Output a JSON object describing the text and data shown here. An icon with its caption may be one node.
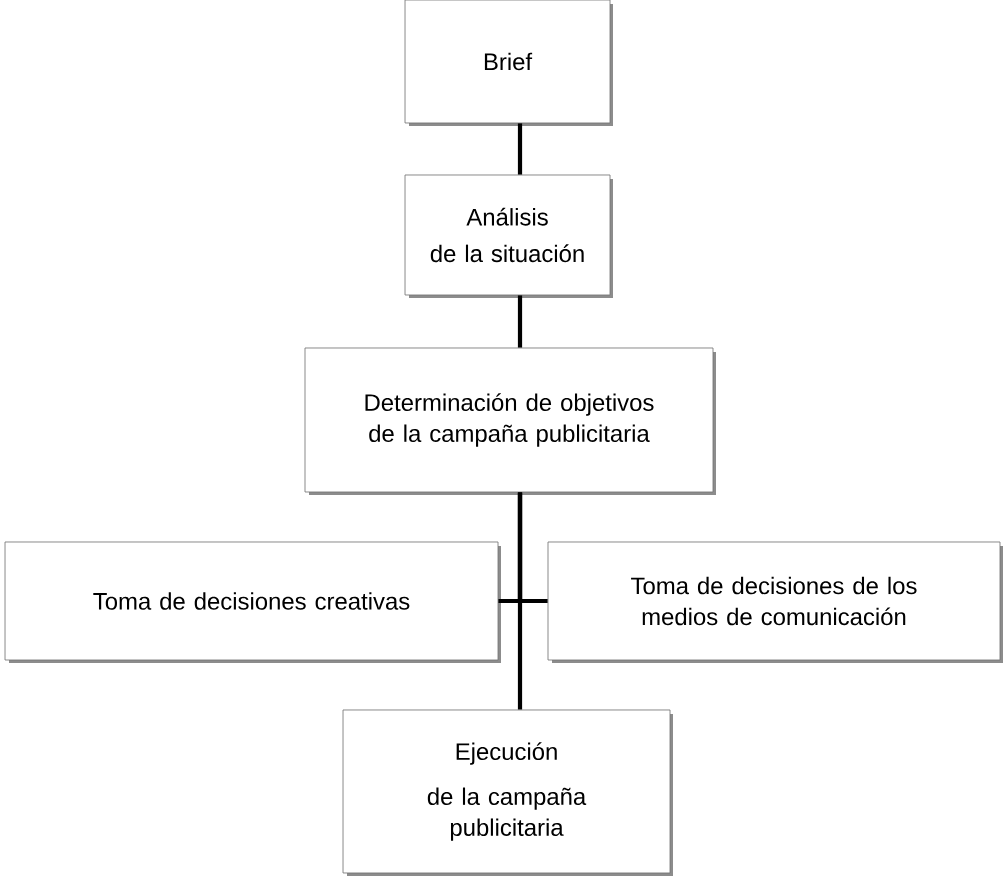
{
  "diagram": {
    "nodes": [
      {
        "text": [
          "Brief"
        ]
      },
      {
        "text": [
          "Análisis",
          "de la situación"
        ]
      },
      {
        "text": [
          "Determinación de objetivos de la campaña publicitaria"
        ]
      },
      {
        "text": [
          "Toma de decisiones creativas"
        ]
      },
      {
        "text": [
          "Toma de decisiones de los medios de comunicación"
        ]
      },
      {
        "text": [
          "Ejecución",
          "de la campaña publicitaria"
        ]
      }
    ],
    "edges": [
      {
        "from": 0,
        "to": 1,
        "arrow": "none"
      },
      {
        "from": 1,
        "to": 2,
        "arrow": "none"
      },
      {
        "from": 2,
        "to": 3,
        "arrow": "none"
      },
      {
        "from": 2,
        "to": 4,
        "arrow": "none"
      },
      {
        "from": 2,
        "to": 5,
        "arrow": "none"
      }
    ]
  }
}
